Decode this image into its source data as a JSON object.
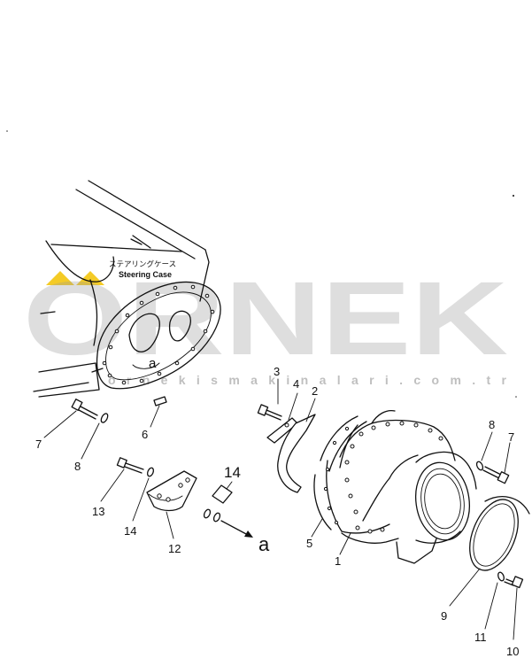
{
  "labels": {
    "steering_case_jp": "ステアリングケース",
    "steering_case_en": "Steering Case",
    "ref_a_small": "a",
    "ref_a_large": "a",
    "qty_14": "14"
  },
  "callouts": {
    "n1": "1",
    "n2": "2",
    "n3": "3",
    "n4": "4",
    "n5": "5",
    "n6": "6",
    "n7_left": "7",
    "n7_right": "7",
    "n8_left": "8",
    "n8_right": "8",
    "n9": "9",
    "n10": "10",
    "n11": "11",
    "n12": "12",
    "n13": "13",
    "n14": "14"
  },
  "watermark": {
    "brand": "ORNEK",
    "url": "ornekismakinalari.com.tr",
    "accent_color": "#f2c200"
  }
}
